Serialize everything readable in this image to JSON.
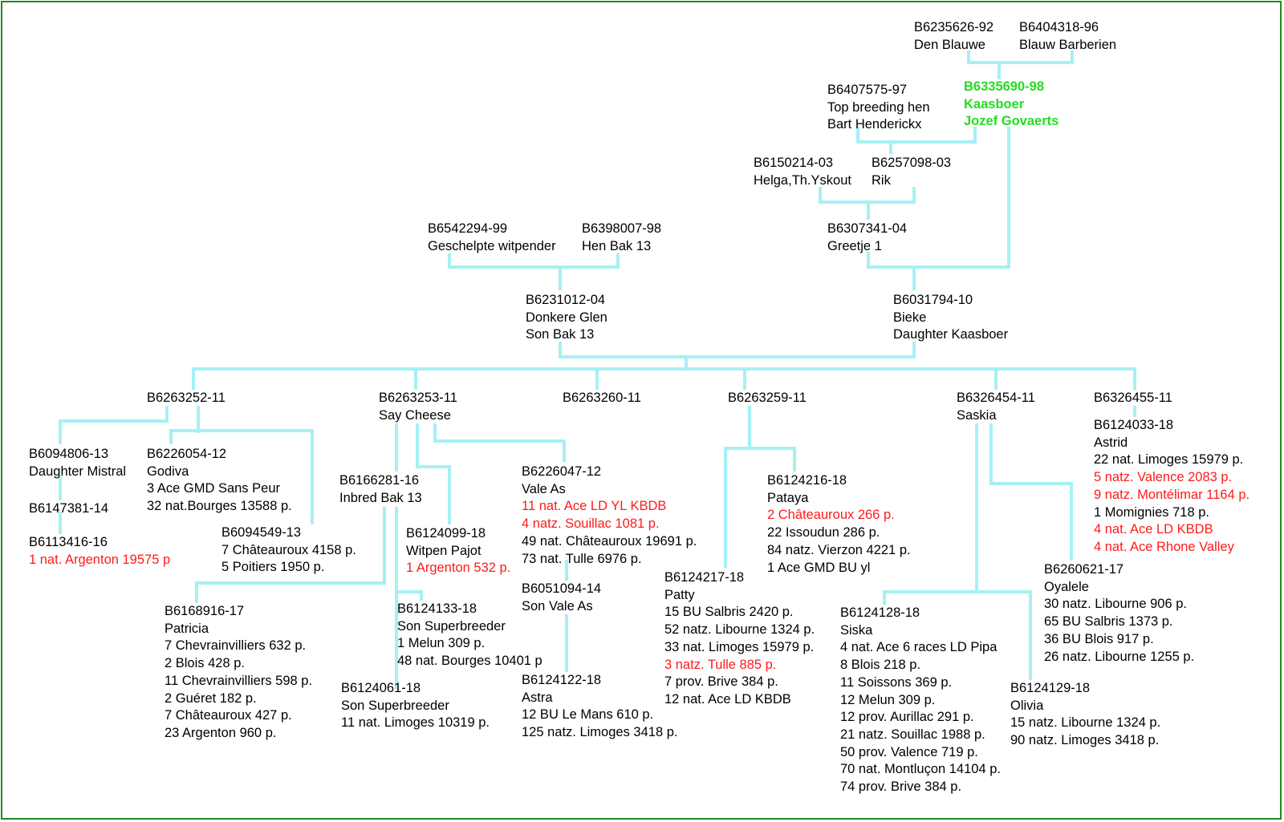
{
  "colors": {
    "connector": "#a6f0f4",
    "text": "#000000",
    "red": "#ff1a1a",
    "highlight": "#22dd22",
    "frame": "#1e8a1e"
  },
  "nodes": [
    {
      "id": "b6235626",
      "lines": [
        {
          "text": "B6235626-92"
        },
        {
          "text": "Den Blauwe"
        }
      ]
    },
    {
      "id": "b6404318",
      "lines": [
        {
          "text": "B6404318-96"
        },
        {
          "text": "Blauw Barberien"
        }
      ]
    },
    {
      "id": "b6407575",
      "lines": [
        {
          "text": "B6407575-97"
        },
        {
          "text": "Top breeding hen"
        },
        {
          "text": "Bart Henderickx"
        }
      ]
    },
    {
      "id": "b6335690",
      "highlight": true,
      "lines": [
        {
          "text": "B6335690-98"
        },
        {
          "text": "Kaasboer"
        },
        {
          "text": "Jozef Govaerts"
        }
      ]
    },
    {
      "id": "b6150214",
      "lines": [
        {
          "text": "B6150214-03"
        },
        {
          "text": "Helga,Th.Yskout"
        }
      ]
    },
    {
      "id": "b6257098",
      "lines": [
        {
          "text": "B6257098-03"
        },
        {
          "text": "Rik"
        }
      ]
    },
    {
      "id": "b6542294",
      "lines": [
        {
          "text": "B6542294-99"
        },
        {
          "text": "Geschelpte witpender"
        }
      ]
    },
    {
      "id": "b6398007",
      "lines": [
        {
          "text": "B6398007-98"
        },
        {
          "text": "Hen Bak 13"
        }
      ]
    },
    {
      "id": "b6307341",
      "lines": [
        {
          "text": "B6307341-04"
        },
        {
          "text": "Greetje 1"
        }
      ]
    },
    {
      "id": "b6231012",
      "lines": [
        {
          "text": "B6231012-04"
        },
        {
          "text": "Donkere Glen"
        },
        {
          "text": "Son Bak 13"
        }
      ]
    },
    {
      "id": "b6031794",
      "lines": [
        {
          "text": "B6031794-10"
        },
        {
          "text": "Bieke"
        },
        {
          "text": "Daughter Kaasboer"
        }
      ]
    },
    {
      "id": "b6263252",
      "lines": [
        {
          "text": "B6263252-11"
        }
      ]
    },
    {
      "id": "b6263253",
      "lines": [
        {
          "text": "B6263253-11"
        },
        {
          "text": "Say Cheese"
        }
      ]
    },
    {
      "id": "b6263260",
      "lines": [
        {
          "text": "B6263260-11"
        }
      ]
    },
    {
      "id": "b6263259",
      "lines": [
        {
          "text": "B6263259-11"
        }
      ]
    },
    {
      "id": "b6326454",
      "lines": [
        {
          "text": "B6326454-11"
        },
        {
          "text": "Saskia"
        }
      ]
    },
    {
      "id": "b6326455",
      "lines": [
        {
          "text": "B6326455-11"
        }
      ]
    },
    {
      "id": "b6094806",
      "lines": [
        {
          "text": "B6094806-13"
        },
        {
          "text": "Daughter Mistral"
        }
      ]
    },
    {
      "id": "b6147381",
      "lines": [
        {
          "text": "B6147381-14"
        }
      ]
    },
    {
      "id": "b6113416",
      "lines": [
        {
          "text": "B6113416-16"
        },
        {
          "text": "1 nat. Argenton 19575 p",
          "red": true
        }
      ]
    },
    {
      "id": "b6226054",
      "lines": [
        {
          "text": "B6226054-12"
        },
        {
          "text": "Godiva"
        },
        {
          "text": "3 Ace GMD Sans Peur"
        },
        {
          "text": "32 nat.Bourges 13588 p."
        }
      ]
    },
    {
      "id": "b6094549",
      "lines": [
        {
          "text": "B6094549-13"
        },
        {
          "text": "7 Châteauroux 4158 p."
        },
        {
          "text": "5 Poitiers 1950 p."
        }
      ]
    },
    {
      "id": "b6166281",
      "lines": [
        {
          "text": "B6166281-16"
        },
        {
          "text": "Inbred Bak 13"
        }
      ]
    },
    {
      "id": "b6124099",
      "lines": [
        {
          "text": "B6124099-18"
        },
        {
          "text": "Witpen Pajot"
        },
        {
          "text": "1 Argenton 532 p.",
          "red": true
        }
      ]
    },
    {
      "id": "b6226047",
      "lines": [
        {
          "text": "B6226047-12"
        },
        {
          "text": "Vale As"
        },
        {
          "text": "11 nat. Ace LD YL KBDB",
          "red": true
        },
        {
          "text": "4 natz. Souillac 1081 p.",
          "red": true
        },
        {
          "text": "49 nat. Châteauroux 19691 p."
        },
        {
          "text": "73 nat. Tulle 6976 p."
        }
      ]
    },
    {
      "id": "b6051094",
      "lines": [
        {
          "text": "B6051094-14"
        },
        {
          "text": "Son Vale As"
        }
      ]
    },
    {
      "id": "b6124122",
      "lines": [
        {
          "text": "B6124122-18"
        },
        {
          "text": "Astra"
        },
        {
          "text": "12 BU Le Mans 610 p."
        },
        {
          "text": "125 natz. Limoges 3418 p."
        }
      ]
    },
    {
      "id": "b6168916",
      "lines": [
        {
          "text": "B6168916-17"
        },
        {
          "text": "Patricia"
        },
        {
          "text": "7 Chevrainvilliers 632 p."
        },
        {
          "text": "2 Blois 428 p."
        },
        {
          "text": "11 Chevrainvilliers 598 p."
        },
        {
          "text": "2 Guéret 182 p."
        },
        {
          "text": "7 Châteauroux 427 p."
        },
        {
          "text": "23 Argenton 960 p."
        }
      ]
    },
    {
      "id": "b6124133",
      "lines": [
        {
          "text": "B6124133-18"
        },
        {
          "text": "Son Superbreeder"
        },
        {
          "text": "1 Melun 309 p."
        },
        {
          "text": "48 nat. Bourges 10401 p"
        }
      ]
    },
    {
      "id": "b6124061",
      "lines": [
        {
          "text": "B6124061-18"
        },
        {
          "text": "Son Superbreeder"
        },
        {
          "text": "11 nat. Limoges 10319 p."
        }
      ]
    },
    {
      "id": "b6124216",
      "lines": [
        {
          "text": "B6124216-18"
        },
        {
          "text": "Pataya"
        },
        {
          "text": "2 Châteauroux 266 p.",
          "red": true
        },
        {
          "text": "22 Issoudun 286 p."
        },
        {
          "text": "84 natz. Vierzon 4221 p."
        },
        {
          "text": "1 Ace GMD BU yl"
        }
      ]
    },
    {
      "id": "b6124217",
      "lines": [
        {
          "text": "B6124217-18"
        },
        {
          "text": "Patty"
        },
        {
          "text": "15 BU Salbris 2420 p."
        },
        {
          "text": "52 natz. Libourne 1324 p."
        },
        {
          "text": "33 nat. Limoges 15979 p."
        },
        {
          "text": "3 natz. Tulle 885 p.",
          "red": true
        },
        {
          "text": "7 prov. Brive 384 p."
        },
        {
          "text": "12 nat. Ace LD KBDB"
        }
      ]
    },
    {
      "id": "b6124128",
      "lines": [
        {
          "text": "B6124128-18"
        },
        {
          "text": "Siska"
        },
        {
          "text": "4 nat. Ace 6 races LD Pipa"
        },
        {
          "text": "8 Blois 218 p."
        },
        {
          "text": "11 Soissons 369 p."
        },
        {
          "text": "12 Melun 309 p."
        },
        {
          "text": "12 prov. Aurillac 291 p."
        },
        {
          "text": "21 natz. Souillac 1988 p."
        },
        {
          "text": "50 prov. Valence 719 p."
        },
        {
          "text": "70 nat. Montluçon 14104 p."
        },
        {
          "text": "74 prov. Brive 384 p."
        }
      ]
    },
    {
      "id": "b6124129",
      "lines": [
        {
          "text": "B6124129-18"
        },
        {
          "text": "Olivia"
        },
        {
          "text": "15 natz. Libourne 1324 p."
        },
        {
          "text": "90 natz. Limoges 3418 p."
        }
      ]
    },
    {
      "id": "b6260621",
      "lines": [
        {
          "text": "B6260621-17"
        },
        {
          "text": "Oyalele"
        },
        {
          "text": "30 natz. Libourne 906 p."
        },
        {
          "text": "65 BU Salbris 1373 p."
        },
        {
          "text": "36 BU Blois 917 p."
        },
        {
          "text": "26 natz. Libourne 1255 p."
        }
      ]
    },
    {
      "id": "b6124033",
      "lines": [
        {
          "text": "B6124033-18"
        },
        {
          "text": "Astrid"
        },
        {
          "text": "22 nat. Limoges 15979 p."
        },
        {
          "text": "5 natz. Valence 2083 p.",
          "red": true
        },
        {
          "text": "9 natz. Montélimar 1164 p.",
          "red": true
        },
        {
          "text": "1 Momignies 718 p."
        },
        {
          "text": "4 nat. Ace LD KBDB",
          "red": true
        },
        {
          "text": "4 nat. Ace Rhone Valley",
          "red": true
        }
      ]
    }
  ]
}
